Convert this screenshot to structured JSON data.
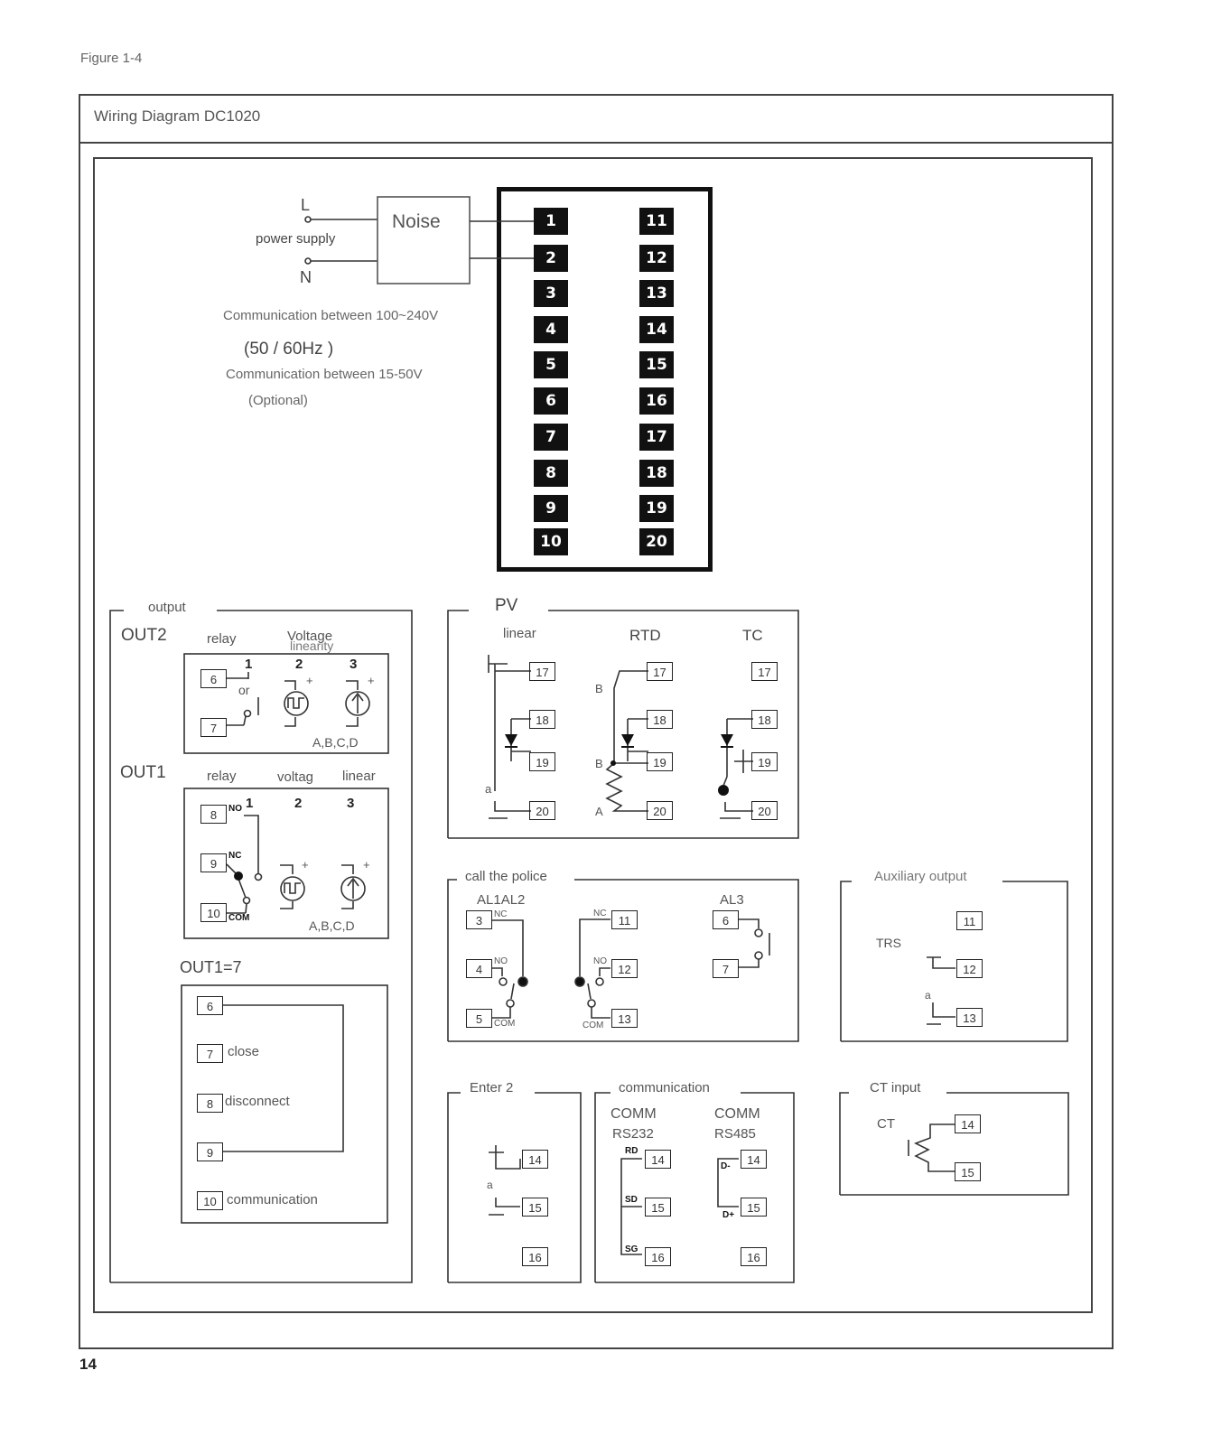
{
  "header": {
    "figure_label": "Figure 1-4",
    "title": "Wiring Diagram DC1020",
    "page_number": "14"
  },
  "power": {
    "L": "L",
    "N": "N",
    "supply": "power supply",
    "filter": "Noise",
    "line1": "Communication between 100~240V",
    "line2": "(50 / 60Hz )",
    "line3": "Communication between 15-50V",
    "line4": "(Optional)"
  },
  "terminal_block": {
    "left": [
      "1",
      "2",
      "3",
      "4",
      "5",
      "6",
      "7",
      "8",
      "9",
      "10"
    ],
    "right": [
      "11",
      "12",
      "13",
      "14",
      "15",
      "16",
      "17",
      "18",
      "19",
      "20"
    ]
  },
  "output": {
    "title": "output",
    "out2": "OUT2",
    "out2_relay": "relay",
    "out2_voltage": "Voltage",
    "out2_linearity": "linearity",
    "num1": "1",
    "num2": "2",
    "num3": "3",
    "or": "or",
    "abcd": "A,B,C,D",
    "out1": "OUT1",
    "out1_relay": "relay",
    "out1_voltag": "voltag",
    "out1_linear": "linear",
    "no": "NO",
    "nc": "NC",
    "com": "COM",
    "out1_7": "OUT1=7",
    "close": "close",
    "disconnect": "disconnect",
    "communication": "communication"
  },
  "pv": {
    "title": "PV",
    "linear": "linear",
    "rtd": "RTD",
    "tc": "TC",
    "b": "B",
    "a": "A",
    "alpha": "a"
  },
  "alarm": {
    "title": "call the police",
    "al12": "AL1AL2",
    "al3": "AL3",
    "nc": "NC",
    "no": "NO",
    "com": "COM"
  },
  "aux": {
    "title": "Auxiliary output",
    "trs": "TRS",
    "alpha": "a"
  },
  "enter2": {
    "title": "Enter 2",
    "alpha": "a"
  },
  "comm": {
    "title": "communication",
    "rs232_a": "COMM",
    "rs232_b": "RS232",
    "rs485_a": "COMM",
    "rs485_b": "RS485",
    "rd": "RD",
    "sd": "SD",
    "sg": "SG",
    "dminus": "D-",
    "dplus": "D+"
  },
  "ct": {
    "title": "CT input",
    "ct": "CT"
  }
}
